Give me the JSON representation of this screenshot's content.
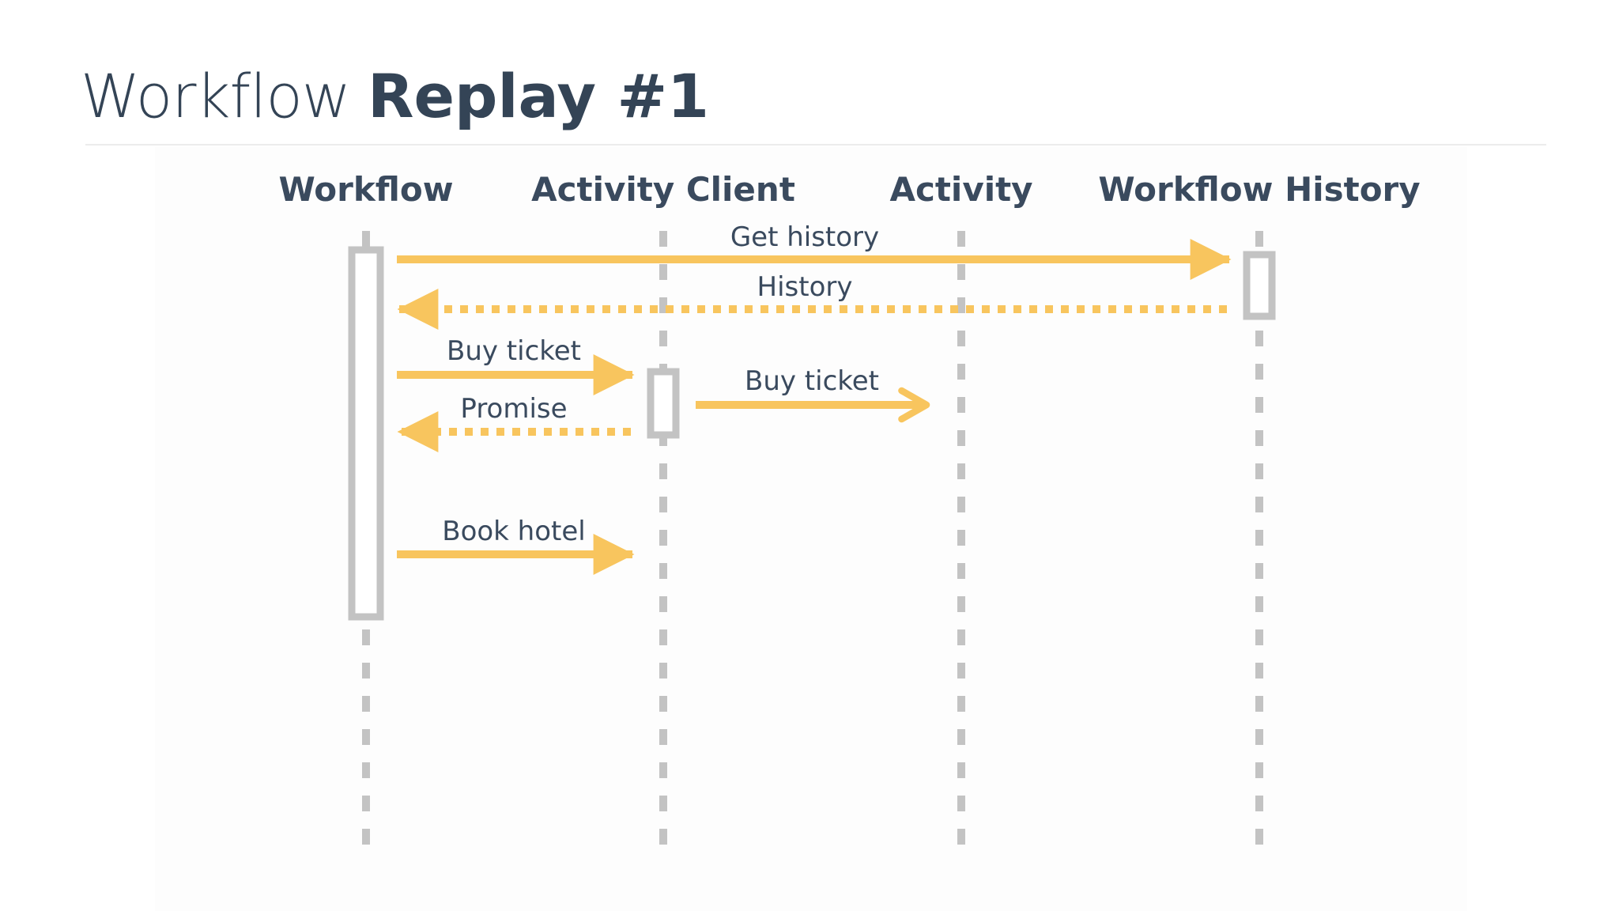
{
  "title": {
    "light": "Workflow",
    "bold": "Replay #1"
  },
  "colors": {
    "lifeline": "#c3c3c3",
    "arrow": "#f8c55e",
    "text": "#3a4a5e"
  },
  "participants": [
    {
      "id": "workflow",
      "label": "Workflow"
    },
    {
      "id": "activity-client",
      "label": "Activity Client"
    },
    {
      "id": "activity",
      "label": "Activity"
    },
    {
      "id": "workflow-history",
      "label": "Workflow History"
    }
  ],
  "messages": [
    {
      "id": "get-history",
      "label": "Get history",
      "from": "workflow",
      "to": "workflow-history",
      "style": "solid"
    },
    {
      "id": "history",
      "label": "History",
      "from": "workflow-history",
      "to": "workflow",
      "style": "dashed"
    },
    {
      "id": "buy-ticket-1",
      "label": "Buy ticket",
      "from": "workflow",
      "to": "activity-client",
      "style": "solid"
    },
    {
      "id": "buy-ticket-2",
      "label": "Buy ticket",
      "from": "activity-client",
      "to": "activity",
      "style": "open"
    },
    {
      "id": "promise",
      "label": "Promise",
      "from": "activity-client",
      "to": "workflow",
      "style": "dashed"
    },
    {
      "id": "book-hotel",
      "label": "Book hotel",
      "from": "workflow",
      "to": "activity-client",
      "style": "solid"
    }
  ]
}
